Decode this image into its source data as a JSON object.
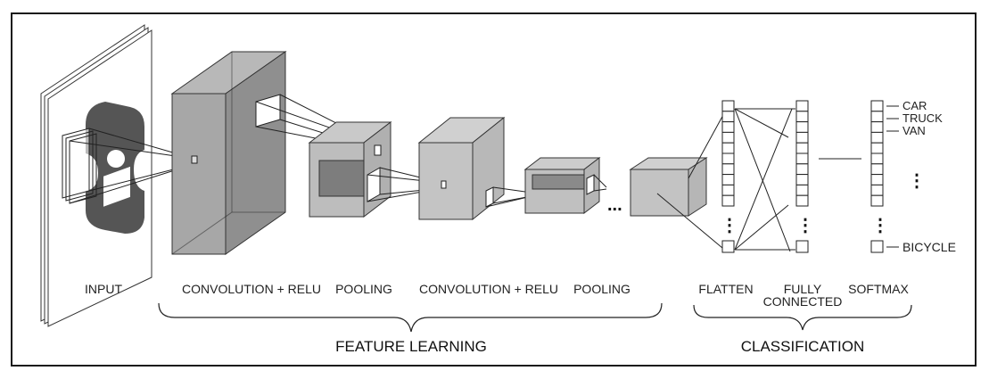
{
  "stages": {
    "input": "INPUT",
    "conv1": "CONVOLUTION + RELU",
    "pool1": "POOLING",
    "conv2": "CONVOLUTION + RELU",
    "pool2": "POOLING",
    "flatten": "FLATTEN",
    "fully_line1": "FULLY",
    "fully_line2": "CONNECTED",
    "softmax": "SOFTMAX"
  },
  "groups": {
    "feature_learning": "FEATURE LEARNING",
    "classification": "CLASSIFICATION"
  },
  "outputs": {
    "car": "CAR",
    "truck": "TRUCK",
    "van": "VAN",
    "bicycle": "BICYCLE"
  },
  "ellipsis": "...",
  "vertical_ellipsis": "⋮"
}
